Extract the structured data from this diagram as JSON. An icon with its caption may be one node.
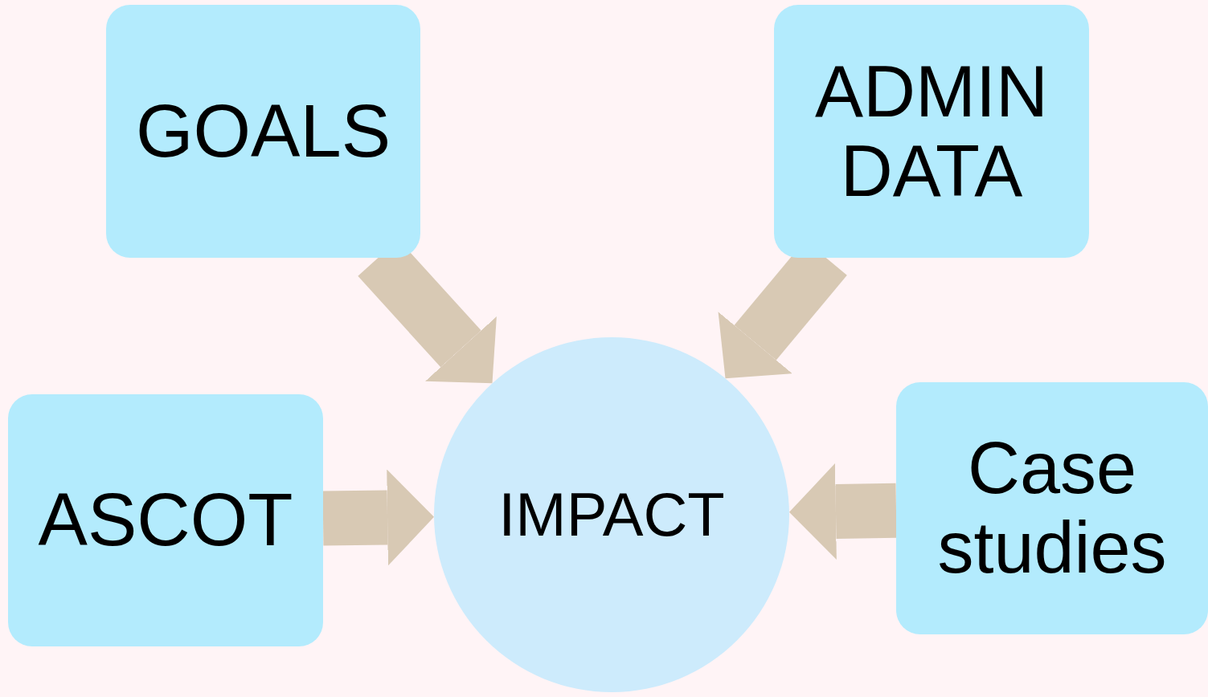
{
  "diagram": {
    "nodes": [
      {
        "text": [
          "GOALS"
        ]
      },
      {
        "text": [
          "ADMIN DATA"
        ]
      },
      {
        "text": [
          "ASCOT"
        ]
      },
      {
        "text": [
          "IMPACT"
        ]
      },
      {
        "text": [
          "Case studies"
        ]
      }
    ],
    "edges": [
      {
        "from": 0,
        "to": 3,
        "arrow": "to"
      },
      {
        "from": 1,
        "to": 3,
        "arrow": "to"
      },
      {
        "from": 2,
        "to": 3,
        "arrow": "to"
      },
      {
        "from": 4,
        "to": 3,
        "arrow": "to"
      }
    ]
  }
}
